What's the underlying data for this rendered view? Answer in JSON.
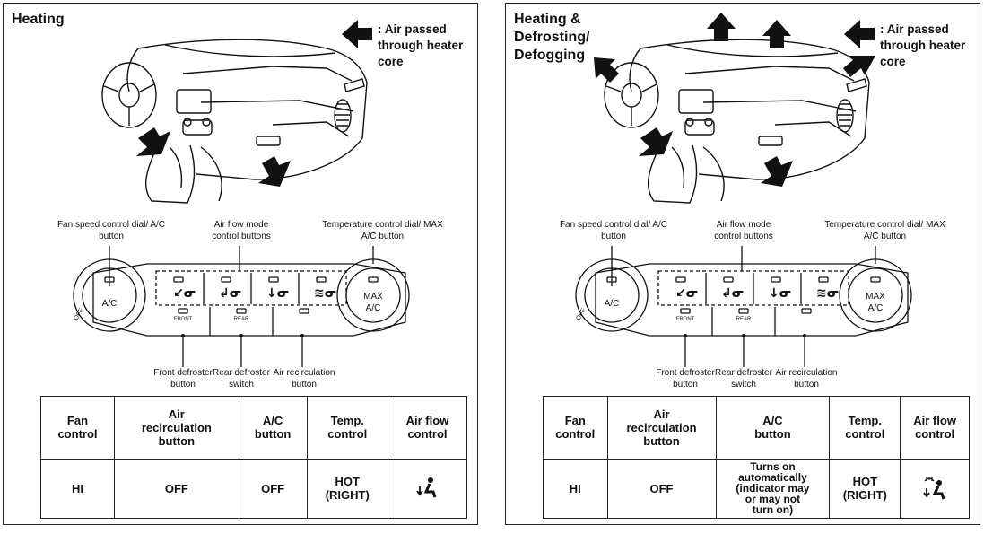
{
  "panels": [
    {
      "title": "Heating",
      "legend": ": Air passed\nthrough heater\ncore",
      "callouts": {
        "fan": "Fan speed control dial/ A/C\nbutton",
        "airflow": "Air flow mode\ncontrol buttons",
        "temp": "Temperature control dial/ MAX\nA/C button",
        "front": "Front defroster\nbutton",
        "rear": "Rear defroster\nswitch",
        "recirc": "Air recirculation\nbutton"
      },
      "dial_labels": {
        "ac": "A/C",
        "max": "MAX\nA/C",
        "off": "OFF",
        "front": "FRONT",
        "rear": "REAR"
      },
      "table": {
        "headers": [
          "Fan\ncontrol",
          "Air\nrecirculation\nbutton",
          "A/C\nbutton",
          "Temp.\ncontrol",
          "Air flow\ncontrol"
        ],
        "values": [
          "HI",
          "OFF",
          "OFF",
          "HOT\n(RIGHT)",
          ""
        ],
        "airflow_icon": "floor-vent-icon"
      }
    },
    {
      "title": "Heating &\nDefrosting/\nDefogging",
      "legend": ": Air passed\nthrough heater\ncore",
      "callouts": {
        "fan": "Fan speed control dial/ A/C\nbutton",
        "airflow": "Air flow mode\ncontrol buttons",
        "temp": "Temperature control dial/ MAX\nA/C button",
        "front": "Front defroster\nbutton",
        "rear": "Rear defroster\nswitch",
        "recirc": "Air recirculation\nbutton"
      },
      "dial_labels": {
        "ac": "A/C",
        "max": "MAX\nA/C",
        "off": "OFF",
        "front": "FRONT",
        "rear": "REAR"
      },
      "table": {
        "headers": [
          "Fan\ncontrol",
          "Air\nrecirculation\nbutton",
          "A/C\nbutton",
          "Temp.\ncontrol",
          "Air flow\ncontrol"
        ],
        "values": [
          "HI",
          "OFF",
          "Turns on\nautomatically\n(indicator may\nor may not\nturn on)",
          "HOT\n(RIGHT)",
          ""
        ],
        "airflow_icon": "floor-defrost-vent-icon"
      }
    }
  ]
}
